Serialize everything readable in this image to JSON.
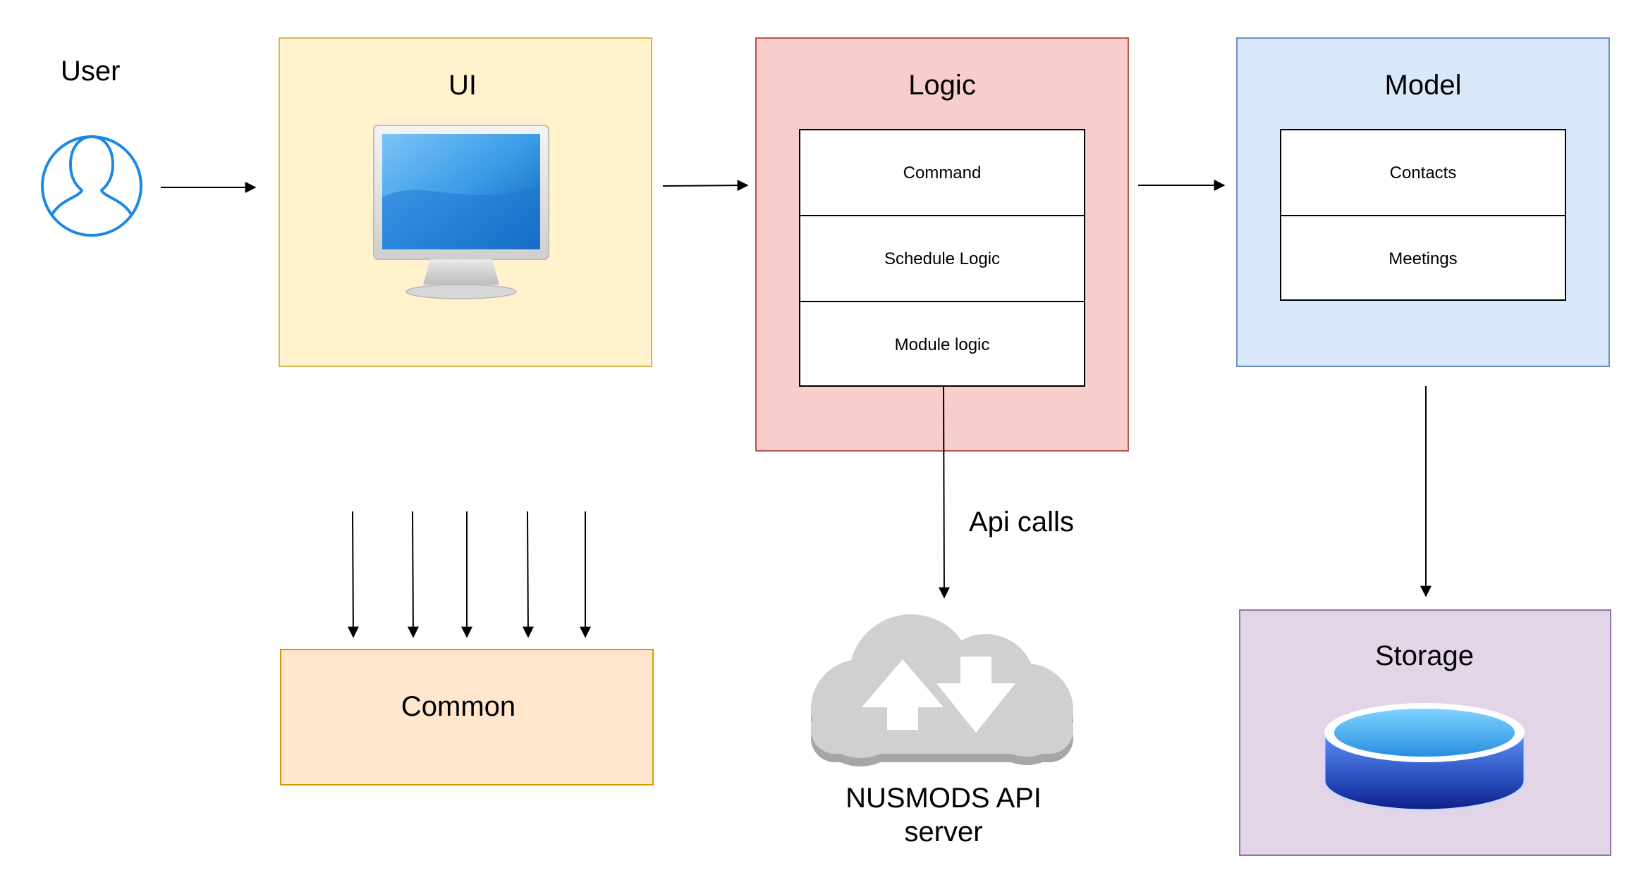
{
  "user": {
    "label": "User"
  },
  "ui": {
    "title": "UI"
  },
  "logic": {
    "title": "Logic",
    "rows": [
      "Command",
      "Schedule Logic",
      "Module logic"
    ]
  },
  "model": {
    "title": "Model",
    "rows": [
      "Contacts",
      "Meetings"
    ]
  },
  "common": {
    "title": "Common"
  },
  "api": {
    "edge_label": "Api calls",
    "server_line1": "NUSMODS API",
    "server_line2": "server"
  },
  "storage": {
    "title": "Storage"
  },
  "colors": {
    "ui_fill": "#fff2cc",
    "ui_stroke": "#d6b656",
    "logic_fill": "#f8cecc",
    "logic_stroke": "#b85450",
    "model_fill": "#dae8fc",
    "model_stroke": "#6c8ebf",
    "common_fill": "#ffe6cc",
    "common_stroke": "#d79b00",
    "storage_fill": "#e1d5e7",
    "storage_stroke": "#9673a6",
    "user_icon": "#1e88e5"
  },
  "icons": [
    "user-icon",
    "monitor-icon",
    "cloud-icon",
    "database-icon"
  ]
}
